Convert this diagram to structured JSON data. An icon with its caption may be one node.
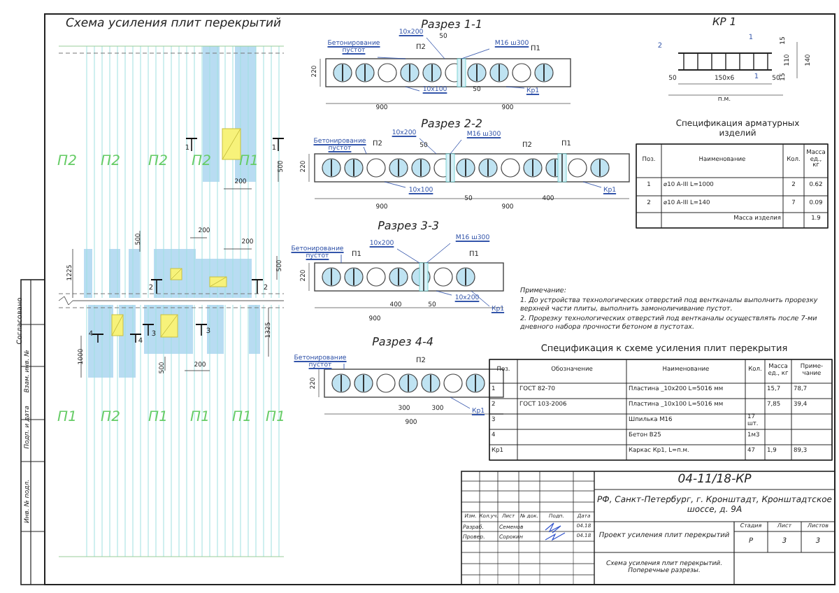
{
  "diagram": {
    "nodes": [
      {
        "text": [
          "Бетонирование пустот"
        ]
      },
      {
        "text": [
          "10х200"
        ]
      },
      {
        "text": [
          "М16 ш300"
        ]
      },
      {
        "text": [
          "10х100"
        ]
      },
      {
        "text": [
          "Кр1"
        ]
      },
      {
        "text": [
          "Бетонирование пустот"
        ]
      },
      {
        "text": [
          "10х200"
        ]
      },
      {
        "text": [
          "М16 ш300"
        ]
      },
      {
        "text": [
          "10х100"
        ]
      },
      {
        "text": [
          "Кр1"
        ]
      },
      {
        "text": [
          "Бетонирование пустот"
        ]
      },
      {
        "text": [
          "10х200"
        ]
      },
      {
        "text": [
          "М16 ш300"
        ]
      },
      {
        "text": [
          "10х200"
        ]
      },
      {
        "text": [
          "Кр1"
        ]
      },
      {
        "text": [
          "Бетонирование пустот"
        ]
      },
      {
        "text": [
          "Кр1"
        ]
      },
      {
        "text": [],
        "shape": "box"
      },
      {
        "text": [],
        "shape": "box"
      },
      {
        "text": [],
        "shape": "box"
      },
      {
        "text": [],
        "shape": "box"
      }
    ],
    "edges": [
      {
        "from": 0,
        "to": 17,
        "arrow": "none"
      },
      {
        "from": 1,
        "to": 17,
        "arrow": "none"
      },
      {
        "from": 2,
        "to": 17,
        "arrow": "none"
      },
      {
        "from": 3,
        "to": 17,
        "arrow": "none"
      },
      {
        "from": 4,
        "to": 17,
        "arrow": "none"
      },
      {
        "from": 5,
        "to": 18,
        "arrow": "none"
      },
      {
        "from": 6,
        "to": 18,
        "arrow": "none"
      },
      {
        "from": 7,
        "to": 18,
        "arrow": "none"
      },
      {
        "from": 8,
        "to": 18,
        "arrow": "none"
      },
      {
        "from": 9,
        "to": 18,
        "arrow": "none"
      },
      {
        "from": 10,
        "to": 19,
        "arrow": "none"
      },
      {
        "from": 11,
        "to": 19,
        "arrow": "none"
      },
      {
        "from": 12,
        "to": 19,
        "arrow": "none"
      },
      {
        "from": 13,
        "to": 19,
        "arrow": "none"
      },
      {
        "from": 14,
        "to": 19,
        "arrow": "none"
      },
      {
        "from": 15,
        "to": 20,
        "arrow": "none"
      },
      {
        "from": 16,
        "to": 20,
        "arrow": "none"
      }
    ],
    "labels": [
      "Схема усиления плит перекрытий",
      "П2",
      "П2",
      "П2",
      "П2",
      "П1",
      "1",
      "1",
      "500",
      "200",
      "500",
      "200",
      "200",
      "500",
      "1225",
      "2",
      "2",
      "1325",
      "4",
      "4",
      "3",
      "3",
      "1000",
      "500",
      "200",
      "П1",
      "П2",
      "П1",
      "П1",
      "П1",
      "П1",
      "Разрез 1-1",
      "П2",
      "П1",
      "220",
      "50",
      "50",
      "900",
      "900",
      "Разрез 2-2",
      "П2",
      "П2",
      "П1",
      "220",
      "50",
      "50",
      "400",
      "900",
      "900",
      "Разрез 3-3",
      "П1",
      "П1",
      "220",
      "400",
      "50",
      "900",
      "Разрез 4-4",
      "П2",
      "220",
      "300",
      "300",
      "900",
      "КР 1",
      "2",
      "1",
      "1",
      "15",
      "110",
      "15",
      "140",
      "50",
      "150х6",
      "50",
      "п.м.",
      "Спецификация арматурных изделий",
      "Поз.",
      "Наименование",
      "Кол.",
      "Масса ед., кг",
      "1",
      "⌀10 A-III L=1000",
      "2",
      "0.62",
      "2",
      "⌀10 A-III L=140",
      "7",
      "0.09",
      "Масса изделия",
      "1.9",
      "Примечание:",
      "1. До устройства технологических отверстий под вентканалы выполнить прорезку верхней части плиты, выполнить замоноличивание пустот.",
      "2. Прорезку технологических отверстий под вентканалы осуществлять после 7-ми дневного набора прочности бетоном в пустотах.",
      "Спецификация к схеме усиления плит перекрытия",
      "Поз.",
      "Обозначение",
      "Наименование",
      "Кол.",
      "Масса ед., кг",
      "Приме-чание",
      "1",
      "ГОСТ 82-70",
      "Пластина _10х200 L=5016 мм",
      "15,7",
      "78,7",
      "2",
      "ГОСТ 103-2006",
      "Пластина _10х100 L=5016 мм",
      "7,85",
      "39,4",
      "3",
      "Шпилька М16",
      "17 шт.",
      "4",
      "Бетон В25",
      "1м3",
      "Кр1",
      "Каркас Кр1, L=п.м.",
      "47",
      "1,9",
      "89,3",
      "04-11/18-КР",
      "РФ, Санкт-Петербург, г. Кронштадт, Кронштадтское шоссе, д. 9А",
      "Изм.",
      "Кол.уч.",
      "Лист",
      "№ док.",
      "Подп.",
      "Дата",
      "Разраб.",
      "Семенов",
      "04.18",
      "Провер.",
      "Сорокин",
      "04.18",
      "Проект усиления плит перекрытий",
      "Стадия",
      "Лист",
      "Листов",
      "Р",
      "3",
      "3",
      "Схема усиления плит перекрытий. Поперечные разрезы.",
      "Согласовано",
      "Взам. инв. №",
      "Подп. и дата",
      "Инв. № подл."
    ]
  }
}
